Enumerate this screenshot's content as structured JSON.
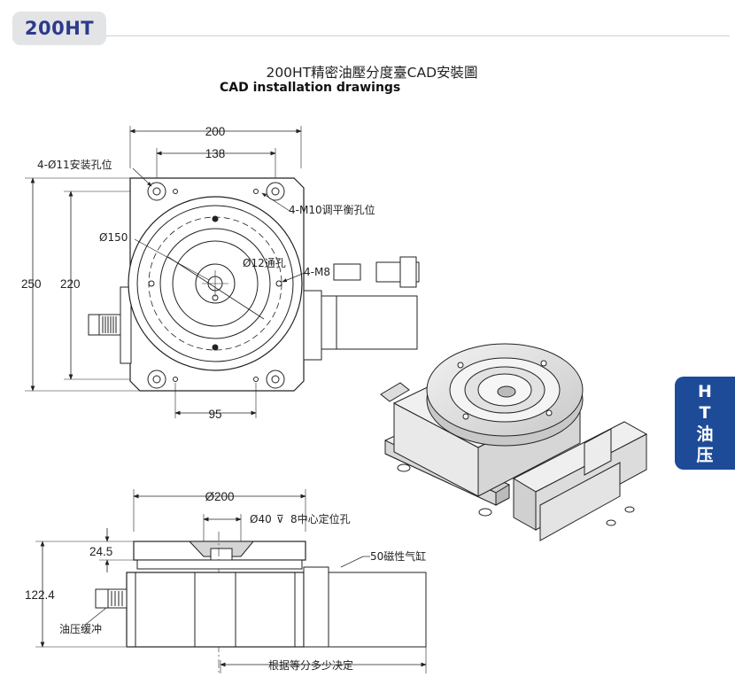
{
  "header": {
    "model_badge": "200HT"
  },
  "title": {
    "zh": "200HT精密油壓分度臺CAD安裝圖",
    "en": "CAD installation drawings"
  },
  "side_tab": {
    "line1": "H",
    "line2": "T",
    "line3": "油",
    "line4": "压"
  },
  "top_view": {
    "dim_width": "200",
    "dim_hole_spacing": "138",
    "dim_height": "250",
    "dim_inner_height": "220",
    "dim_bottom": "95",
    "label_mount_holes": "4-Ø11安装孔位",
    "label_level_holes": "4-M10调平衡孔位",
    "label_table_dia": "Ø150",
    "label_through_hole": "Ø12通孔",
    "label_m8": "4-M8"
  },
  "side_view": {
    "dim_table_dia": "Ø200",
    "label_center_hole": "Ø40",
    "label_center_hole_depth": "8中心定位孔",
    "dim_table_height": "24.5",
    "dim_total_height": "122.4",
    "label_cylinder": "50磁性气缸",
    "label_buffer": "油压缓冲",
    "label_length_note": "根据等分多少决定"
  },
  "colors": {
    "brand_blue": "#1d4b98",
    "badge_text": "#2d3a8c",
    "line": "#222222"
  }
}
